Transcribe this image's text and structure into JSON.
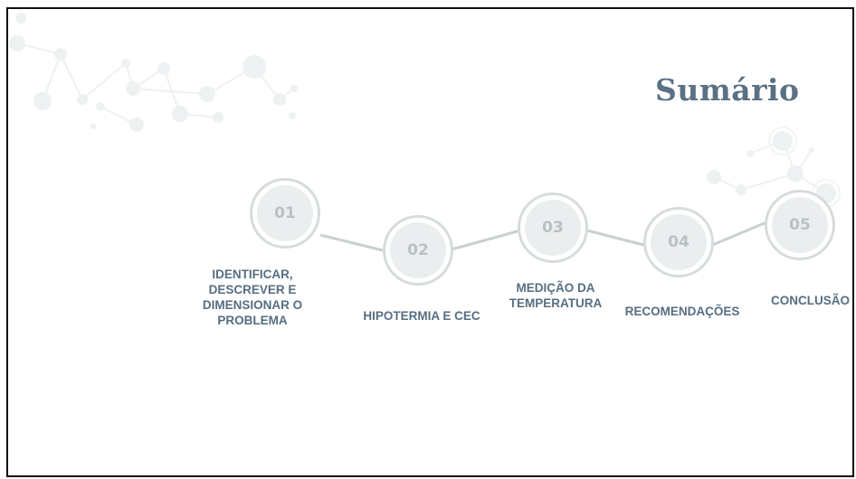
{
  "title": "Sumário",
  "colors": {
    "title": "#5a7184",
    "label": "#566e82",
    "node_border": "#d6dbdd",
    "node_fill": "#ebeeee",
    "number": "#b9c1c3",
    "connector": "#c9d0d2",
    "molecule": "#eef1f1"
  },
  "steps": [
    {
      "number": "01",
      "label": "IDENTIFICAR,\nDESCREVER E\nDIMENSIONAR O\nPROBLEMA"
    },
    {
      "number": "02",
      "label": "HIPOTERMIA E CEC"
    },
    {
      "number": "03",
      "label": "MEDIÇÃO DA\nTEMPERATURA"
    },
    {
      "number": "04",
      "label": "RECOMENDAÇÕES"
    },
    {
      "number": "05",
      "label": "CONCLUSÃO"
    }
  ]
}
